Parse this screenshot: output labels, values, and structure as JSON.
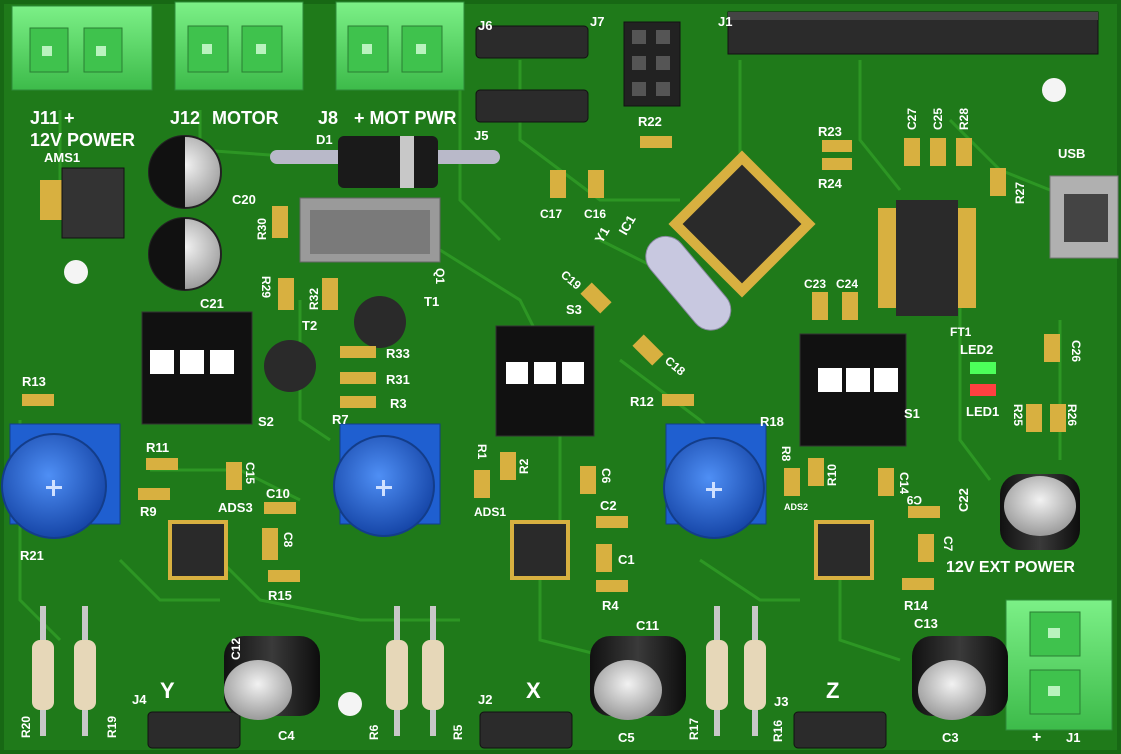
{
  "colors": {
    "pcb": "#1f7a1a",
    "pcb_dark": "#176814",
    "trace": "#2f9a26",
    "silk": "#ffffff",
    "terminal": "#5ee06a",
    "pot": "#1f5fd0",
    "header": "#2b2b2b",
    "ic": "#2a2a2a",
    "gold": "#d8b040"
  },
  "labels": {
    "j11": "J11  +",
    "power12": "12V POWER",
    "ams1": "AMS1",
    "j12": "J12",
    "motor": "MOTOR",
    "j8": "J8",
    "mot_pwr": "+ MOT PWR",
    "j6": "J6",
    "j7": "J7",
    "j1": "J1",
    "j5": "J5",
    "d1": "D1",
    "r22": "R22",
    "r23": "R23",
    "r24": "R24",
    "c27": "C27",
    "c25": "C25",
    "r28": "R28",
    "usb": "USB",
    "r27": "R27",
    "c20": "C20",
    "r30": "R30",
    "c17": "C17",
    "c16": "C16",
    "ic1": "IC1",
    "y1": "Y1",
    "c21": "C21",
    "r29": "R29",
    "r32": "R32",
    "q1": "Q1",
    "t1": "T1",
    "t2": "T2",
    "c19": "C19",
    "s3": "S3",
    "c23": "C23",
    "c24": "C24",
    "ft1": "FT1",
    "led2": "LED2",
    "c26": "C26",
    "led1": "LED1",
    "r25": "R25",
    "r26": "R26",
    "r33": "R33",
    "r31": "R31",
    "r7": "R7",
    "r3": "R3",
    "c18": "C18",
    "r12": "R12",
    "s1": "S1",
    "s2": "S2",
    "r13": "R13",
    "r18": "R18",
    "r11": "R11",
    "c15": "C15",
    "r1": "R1",
    "r2": "R2",
    "c6": "C6",
    "r8": "R8",
    "r10": "R10",
    "c14": "C14",
    "c9": "C9",
    "r9": "R9",
    "c10": "C10",
    "ads3": "ADS3",
    "ads1": "ADS1",
    "c2": "C2",
    "ads2": "ADS2",
    "c22": "C22",
    "r21": "R21",
    "c8": "C8",
    "c1": "C1",
    "c7": "C7",
    "ext_power": "12V EXT POWER",
    "r15": "R15",
    "r4": "R4",
    "r14": "R14",
    "c12": "C12",
    "c11": "C11",
    "c13": "C13",
    "y": "Y",
    "x": "X",
    "z": "Z",
    "j4": "J4",
    "j2": "J2",
    "j3": "J3",
    "r20": "R20",
    "r19": "R19",
    "c4": "C4",
    "r6": "R6",
    "r5": "R5",
    "c5": "C5",
    "r17": "R17",
    "r16": "R16",
    "c3": "C3",
    "plus": "+",
    "j1b": "J1"
  }
}
